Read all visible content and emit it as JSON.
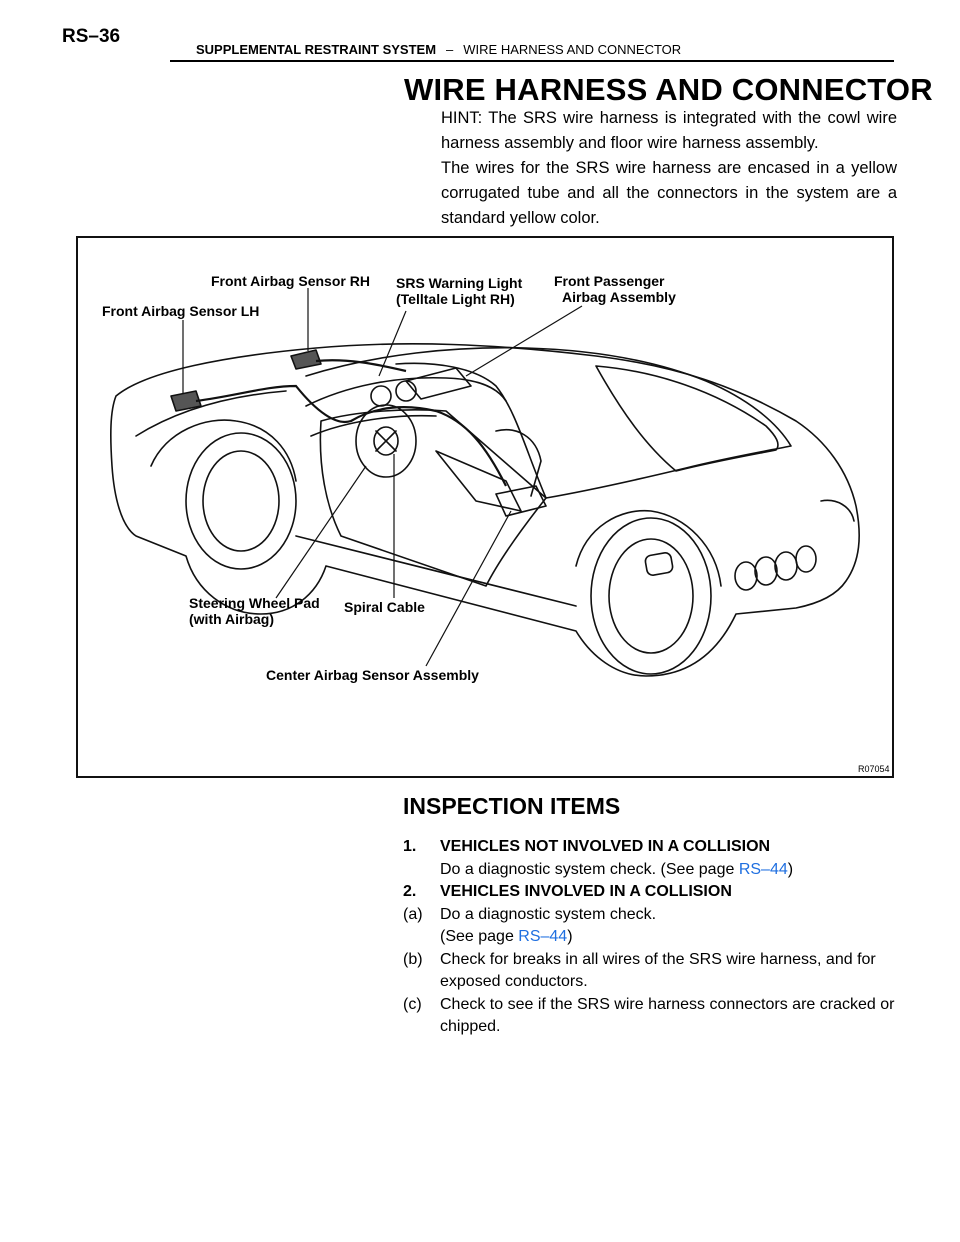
{
  "header": {
    "page_number": "RS–36",
    "section": "SUPPLEMENTAL RESTRAINT SYSTEM",
    "separator": "–",
    "subsection": "WIRE HARNESS AND CONNECTOR"
  },
  "title": "WIRE HARNESS AND CONNECTOR",
  "hint": {
    "line1": "HINT: The SRS wire harness is integrated with the cowl wire harness assembly and floor wire harness assembly.",
    "line2": "The wires for the SRS wire harness are encased in a yellow corrugated tube and all the connectors in the system are a standard yellow color."
  },
  "figure": {
    "labels": {
      "front_airbag_sensor_rh": "Front Airbag Sensor RH",
      "srs_warning_light_1": "SRS Warning Light",
      "srs_warning_light_2": "(Telltale Light RH)",
      "front_passenger_1": "Front Passenger",
      "front_passenger_2": "Airbag Assembly",
      "front_airbag_sensor_lh": "Front Airbag Sensor LH",
      "steering_wheel_pad_1": "Steering Wheel Pad",
      "steering_wheel_pad_2": "(with Airbag)",
      "spiral_cable": "Spiral Cable",
      "center_airbag_sensor": "Center Airbag Sensor Assembly"
    },
    "figure_code": "R07054"
  },
  "inspection": {
    "title": "INSPECTION ITEMS",
    "item1_num": "1.",
    "item1_title": "VEHICLES NOT INVOLVED IN A COLLISION",
    "item1_text": "Do a diagnostic system check. (See page ",
    "item1_link": "RS–44",
    "item1_close": ")",
    "item2_num": "2.",
    "item2_title": "VEHICLES INVOLVED IN A COLLISION",
    "a_num": "(a)",
    "a_text1": "Do a diagnostic system check.",
    "a_text2": "(See page ",
    "a_link": "RS–44",
    "a_close": ")",
    "b_num": "(b)",
    "b_text": "Check for breaks in all wires of the SRS wire harness, and for exposed conductors.",
    "c_num": "(c)",
    "c_text": "Check to see if the SRS wire harness connectors are cracked or chipped."
  }
}
